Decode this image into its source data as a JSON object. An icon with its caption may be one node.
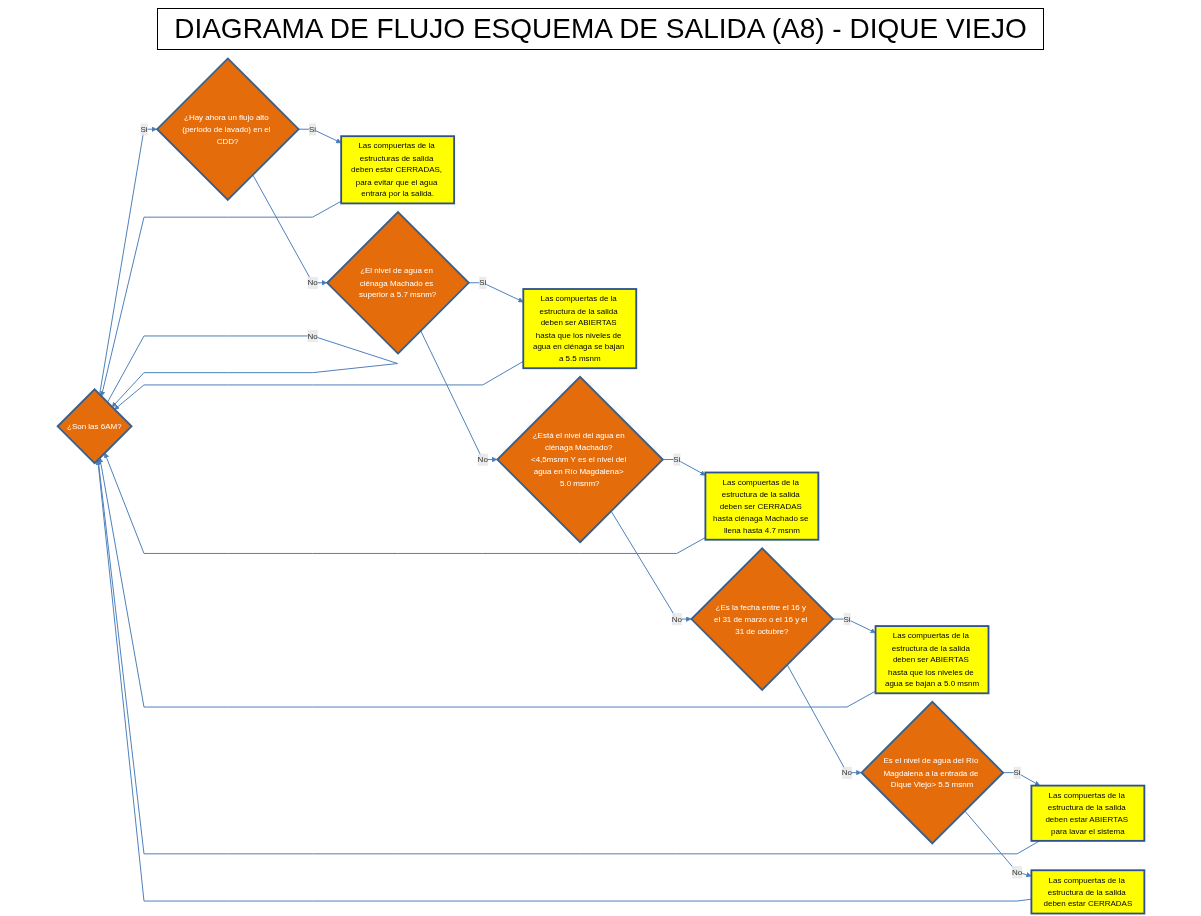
{
  "diagram": {
    "title": "DIAGRAMA DE FLUJO ESQUEMA DE SALIDA (A8) - DIQUE VIEJO",
    "nodes": [
      {
        "text": [
          "¿Son las 6AM?"
        ]
      },
      {
        "text": [
          "¿Hay ahora un flujo alto (periodo de lavado) en el CDD?"
        ]
      },
      {
        "text": [
          "Las compuertas de la estructuras de salida deben estar CERRADAS, para evitar que el agua entrará por la salida."
        ]
      },
      {
        "text": [
          "¿El nivel de agua en ciénaga Machado es superior a 5.7 msnm?"
        ]
      },
      {
        "text": [
          "Las compuertas de la estructura de la salida deben ser ABIERTAS hasta que los niveles de agua en ciénaga se bajan a 5.5 msnm"
        ]
      },
      {
        "text": [
          "¿Está el nivel del agua en ciénaga Machado? <4,5msnm Y es el nivel del agua en Río Magdalena> 5.0 msnm?"
        ]
      },
      {
        "text": [
          "Las compuertas de la estructura de la salida deben ser CERRADAS hasta ciénaga Machado se llena hasta 4.7 msnm"
        ]
      },
      {
        "text": [
          "¿Es la fecha entre el 16 y el 31 de marzo o el 16 y el 31 de octubre?"
        ]
      },
      {
        "text": [
          "Las compuertas de la estructura de la salida deben ser ABIERTAS hasta que los niveles de agua se bajan a 5.0 msnm"
        ]
      },
      {
        "text": [
          "Es el nivel de agua del Río Magdalena a la entrada de Dique Viejo> 5.5 msnm"
        ]
      },
      {
        "text": [
          "Las compuertas de la estructura de la salida deben estar ABIERTAS para lavar el sistema"
        ]
      },
      {
        "text": [
          "Las compuertas de la estructura de la salida deben estar CERRADAS"
        ]
      }
    ],
    "edges": [
      {
        "from": 0,
        "to": 0,
        "arrow": "to",
        "label": "No"
      },
      {
        "from": 0,
        "to": 1,
        "arrow": "to",
        "label": "Si"
      },
      {
        "from": 1,
        "to": 2,
        "arrow": "to",
        "label": "Si"
      },
      {
        "from": 1,
        "to": 3,
        "arrow": "to",
        "label": "No"
      },
      {
        "from": 3,
        "to": 4,
        "arrow": "to",
        "label": "Si"
      },
      {
        "from": 3,
        "to": 5,
        "arrow": "to",
        "label": "No"
      },
      {
        "from": 5,
        "to": 6,
        "arrow": "to",
        "label": "Si"
      },
      {
        "from": 5,
        "to": 7,
        "arrow": "to",
        "label": "No"
      },
      {
        "from": 7,
        "to": 8,
        "arrow": "to",
        "label": "Si"
      },
      {
        "from": 7,
        "to": 9,
        "arrow": "to",
        "label": "No"
      },
      {
        "from": 9,
        "to": 10,
        "arrow": "to",
        "label": "Si"
      },
      {
        "from": 9,
        "to": 11,
        "arrow": "to",
        "label": "No"
      },
      {
        "from": 2,
        "to": 0,
        "arrow": "to"
      },
      {
        "from": 4,
        "to": 0,
        "arrow": "to"
      },
      {
        "from": 6,
        "to": 0,
        "arrow": "to"
      },
      {
        "from": 8,
        "to": 0,
        "arrow": "to"
      },
      {
        "from": 10,
        "to": 0,
        "arrow": "to"
      },
      {
        "from": 11,
        "to": 0,
        "arrow": "to"
      }
    ]
  }
}
